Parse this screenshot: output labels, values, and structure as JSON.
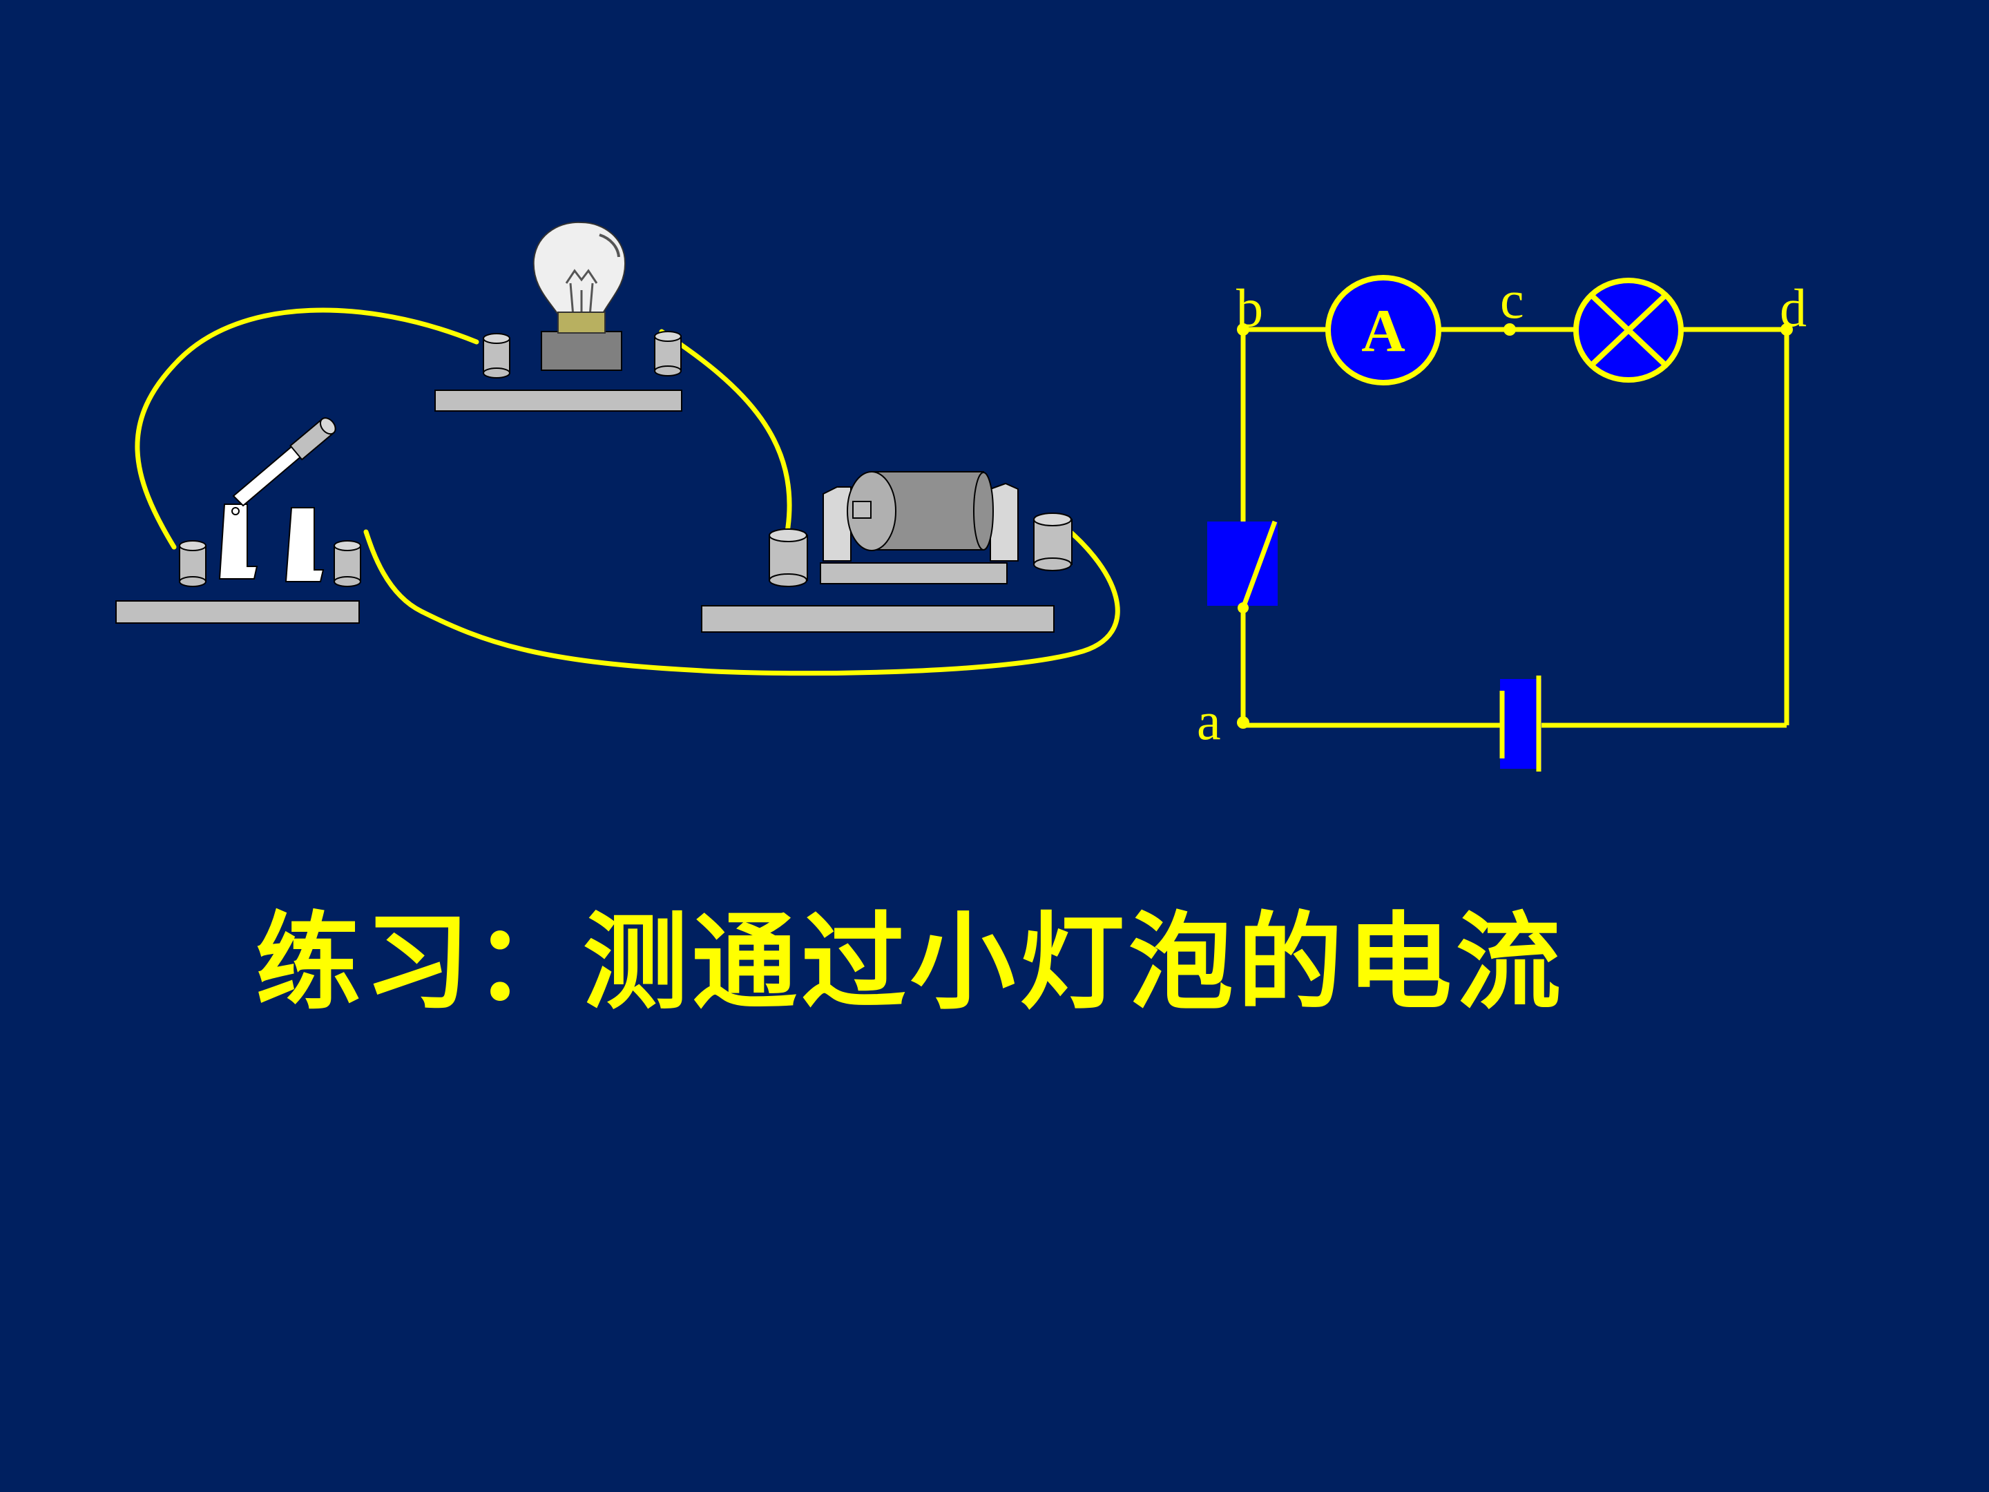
{
  "colors": {
    "background": "#002060",
    "wire": "#FFFF00",
    "component_fill": "#0000FF",
    "apparatus_grey": "#C0C0C0",
    "apparatus_dark": "#808080"
  },
  "schematic": {
    "nodes": {
      "a": "a",
      "b": "b",
      "c": "c",
      "d": "d"
    },
    "ammeter_symbol": "A"
  },
  "title": "练习：测通过小灯泡的电流"
}
